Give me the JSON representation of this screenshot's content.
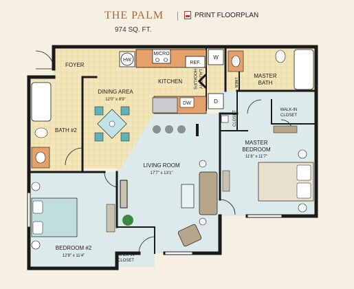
{
  "header": {
    "title": "THE PALM",
    "sqft": "974 SQ. FT.",
    "print_label": "PRINT FLOORPLAN",
    "print_icon": "pdf-icon"
  },
  "rooms": {
    "foyer": {
      "name": "FOYER"
    },
    "kitchen": {
      "name": "KITCHEN"
    },
    "dining": {
      "name": "DINING AREA",
      "dims": "12'0\" x 8'9\""
    },
    "bath2": {
      "name": "BATH #2"
    },
    "living": {
      "name": "LIVING ROOM",
      "dims": "17'7\" x 13'1\""
    },
    "bedroom2": {
      "name": "BEDROOM #2",
      "dims": "12'8\" x 11'4\""
    },
    "walkin_bed2": {
      "line1": "WALK-IN",
      "line2": "CLOSET"
    },
    "master_bath": {
      "line1": "MASTER",
      "line2": "BATH"
    },
    "walkin_master": {
      "line1": "WALK-IN",
      "line2": "CLOSET"
    },
    "master_bed": {
      "line1": "MASTER",
      "line2": "BEDROOM",
      "dims": "11'8\" x 11'7\""
    },
    "closet": {
      "name": "CLOSET"
    },
    "laundry": {
      "line1": "LAUNDRY",
      "line2": "HOOKUPS"
    },
    "linen": {
      "name": "LINEN"
    }
  },
  "fixtures": {
    "hw": "HW",
    "micro": "MICRO",
    "ref": "REF.",
    "dw": "DW",
    "washer": "W",
    "dryer": "D"
  },
  "colors": {
    "background": "#f6f0e2",
    "tile": "#f2e5b8",
    "tile_grid": "#e3d29c",
    "carpet": "#dcebe9",
    "wall": "#1a1a1a",
    "counter": "#e6a06a",
    "bed_fabric": "#bfdedd",
    "title": "#a0673a"
  }
}
